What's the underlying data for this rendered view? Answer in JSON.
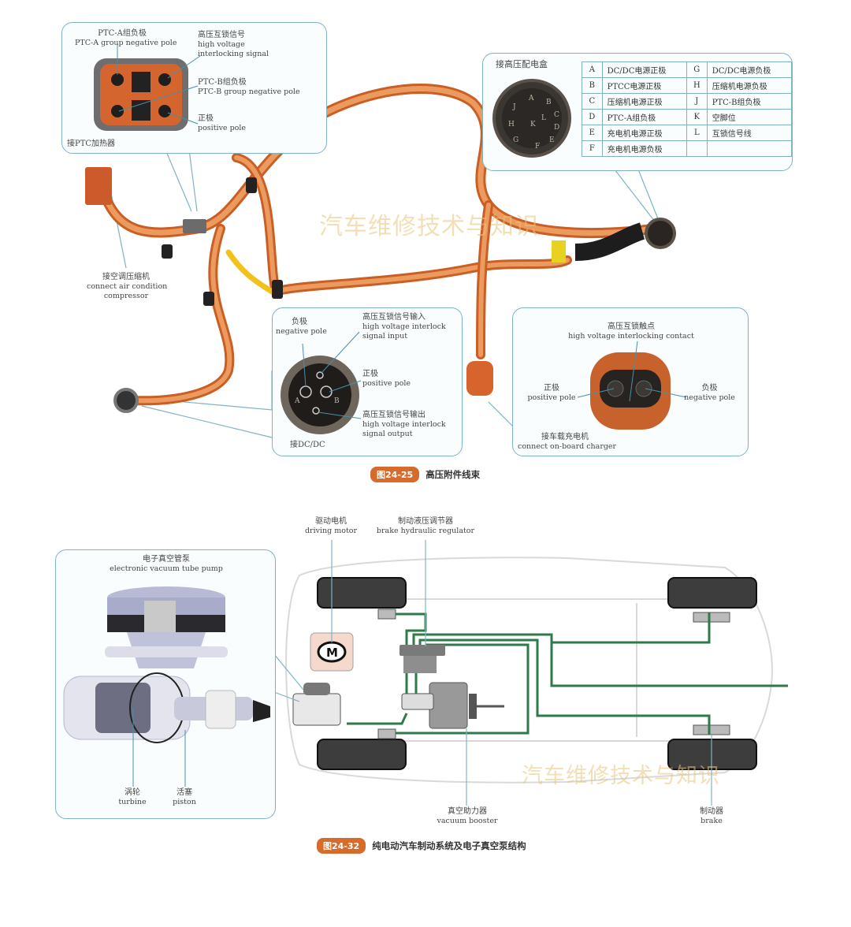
{
  "figure1": {
    "badge": "图24-25",
    "title": "高压附件线束",
    "watermark": "汽车维修技术与知识",
    "ptc_callout": {
      "connector_label": "接PTC加热器",
      "pins": [
        {
          "zh": "PTC-A组负极",
          "en": "PTC-A group negative pole"
        },
        {
          "zh": "高压互锁信号",
          "en1": "high voltage",
          "en2": "interlocking signal"
        },
        {
          "zh": "PTC-B组负极",
          "en": "PTC-B group negative pole"
        },
        {
          "zh": "正极",
          "en": "positive pole"
        }
      ]
    },
    "distribution_box_callout": {
      "connector_label": "接高压配电盒",
      "connector_pin_letters": [
        "A",
        "B",
        "C",
        "D",
        "E",
        "F",
        "G",
        "H",
        "J",
        "K",
        "L"
      ],
      "table": [
        [
          {
            "key": "A",
            "desc": "DC/DC电源正极"
          },
          {
            "key": "G",
            "desc": "DC/DC电源负极"
          }
        ],
        [
          {
            "key": "B",
            "desc": "PTCC电源正极"
          },
          {
            "key": "H",
            "desc": "压缩机电源负极"
          }
        ],
        [
          {
            "key": "C",
            "desc": "压缩机电源正极"
          },
          {
            "key": "J",
            "desc": "PTC-B组负极"
          }
        ],
        [
          {
            "key": "D",
            "desc": "PTC-A组负极"
          },
          {
            "key": "K",
            "desc": "空脚位"
          }
        ],
        [
          {
            "key": "E",
            "desc": "充电机电源正极"
          },
          {
            "key": "L",
            "desc": "互锁信号线"
          }
        ],
        [
          {
            "key": "F",
            "desc": "充电机电源负极"
          },
          {
            "key": "",
            "desc": ""
          }
        ]
      ]
    },
    "compressor_label": {
      "zh": "接空调压缩机",
      "en1": "connect air condition",
      "en2": "compressor"
    },
    "dcdc_callout": {
      "connector_label": "接DC/DC",
      "negative": {
        "zh": "负极",
        "en": "negative pole"
      },
      "interlock_in": {
        "zh": "高压互锁信号输入",
        "en1": "high voltage interlock",
        "en2": "signal input"
      },
      "positive": {
        "zh": "正极",
        "en": "positive pole"
      },
      "interlock_out": {
        "zh": "高压互锁信号输出",
        "en1": "high voltage interlock",
        "en2": "signal output"
      },
      "pin_a": "A",
      "pin_b": "B"
    },
    "charger_callout": {
      "contact": {
        "zh": "高压互锁触点",
        "en": "high voltage interlocking contact"
      },
      "positive": {
        "zh": "正极",
        "en": "positive pole"
      },
      "negative": {
        "zh": "负极",
        "en": "negative pole"
      },
      "connect": {
        "zh": "接车载充电机",
        "en": "connect on-board charger"
      }
    }
  },
  "figure2": {
    "badge": "图24-32",
    "title": "纯电动汽车制动系统及电子真空泵结构",
    "watermark": "汽车维修技术与知识",
    "pump_callout": {
      "title": {
        "zh": "电子真空管泵",
        "en": "electronic vacuum tube pump"
      },
      "turbine": {
        "zh": "涡轮",
        "en": "turbine"
      },
      "piston": {
        "zh": "活塞",
        "en": "piston"
      }
    },
    "driving_motor": {
      "zh": "驱动电机",
      "en": "driving motor",
      "symbol": "M"
    },
    "brake_regulator": {
      "zh": "制动液压调节器",
      "en": "brake hydraulic regulator"
    },
    "vacuum_booster": {
      "zh": "真空助力器",
      "en": "vacuum booster"
    },
    "brake": {
      "zh": "制动器",
      "en": "brake"
    }
  },
  "colors": {
    "harness_orange": "#e07a3a",
    "callout_border": "#7fb3c4",
    "brake_line_green": "#2f7a4a",
    "badge": "#d66b2c",
    "motor_box": "#f5d9cc"
  }
}
